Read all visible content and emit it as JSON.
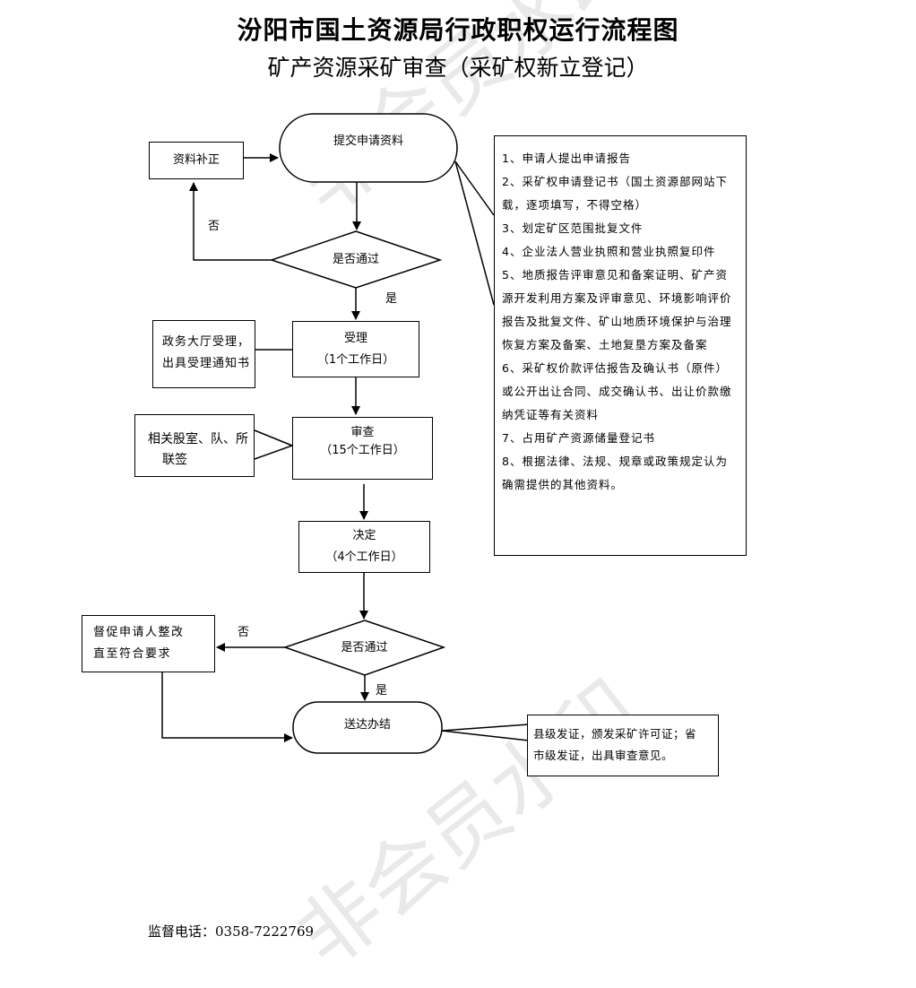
{
  "title": "汾阳市国土资源局行政职权运行流程图",
  "subtitle": "矿产资源采矿审查（采矿权新立登记）",
  "watermark": "非会员水印",
  "nodes": {
    "submit": "提交申请资料",
    "correct": "资料补正",
    "check1": "是否通过",
    "accept": "受理",
    "accept_days": "（1个工作日）",
    "accept_note_line1": "政务大厅受理，",
    "accept_note_line2": "出具受理通知书",
    "review": "审查",
    "review_days": "（15个工作日）",
    "review_note_line1": "相关股室、队、所",
    "review_note_line2": "联签",
    "decide": "决定",
    "decide_days": "（4个工作日）",
    "check2": "是否通过",
    "rectify_line1": "督促申请人整改",
    "rectify_line2": "直至符合要求",
    "deliver": "送达办结",
    "deliver_note_line1": "县级发证，颁发采矿许可证；省",
    "deliver_note_line2": "市级发证，出具审查意见。"
  },
  "edge_labels": {
    "no1": "否",
    "yes1": "是",
    "no2": "否",
    "yes2": "是"
  },
  "requirements": [
    "1、申请人提出申请报告",
    "2、采矿权申请登记书（国土资源部网站下载，逐项填写，不得空格）",
    "3、划定矿区范围批复文件",
    "4、企业法人营业执照和营业执照复印件",
    "5、地质报告评审意见和备案证明、矿产资源开发利用方案及评审意见、环境影响评价报告及批复文件、矿山地质环境保护与治理恢复方案及备案、土地复垦方案及备案",
    "6、采矿权价款评估报告及确认书（原件）或公开出让合同、成交确认书、出让价款缴纳凭证等有关资料",
    "7、占用矿产资源储量登记书",
    "8、根据法律、法规、规章或政策规定认为确需提供的其他资料。"
  ],
  "footer": "监督电话：0358-7222769"
}
